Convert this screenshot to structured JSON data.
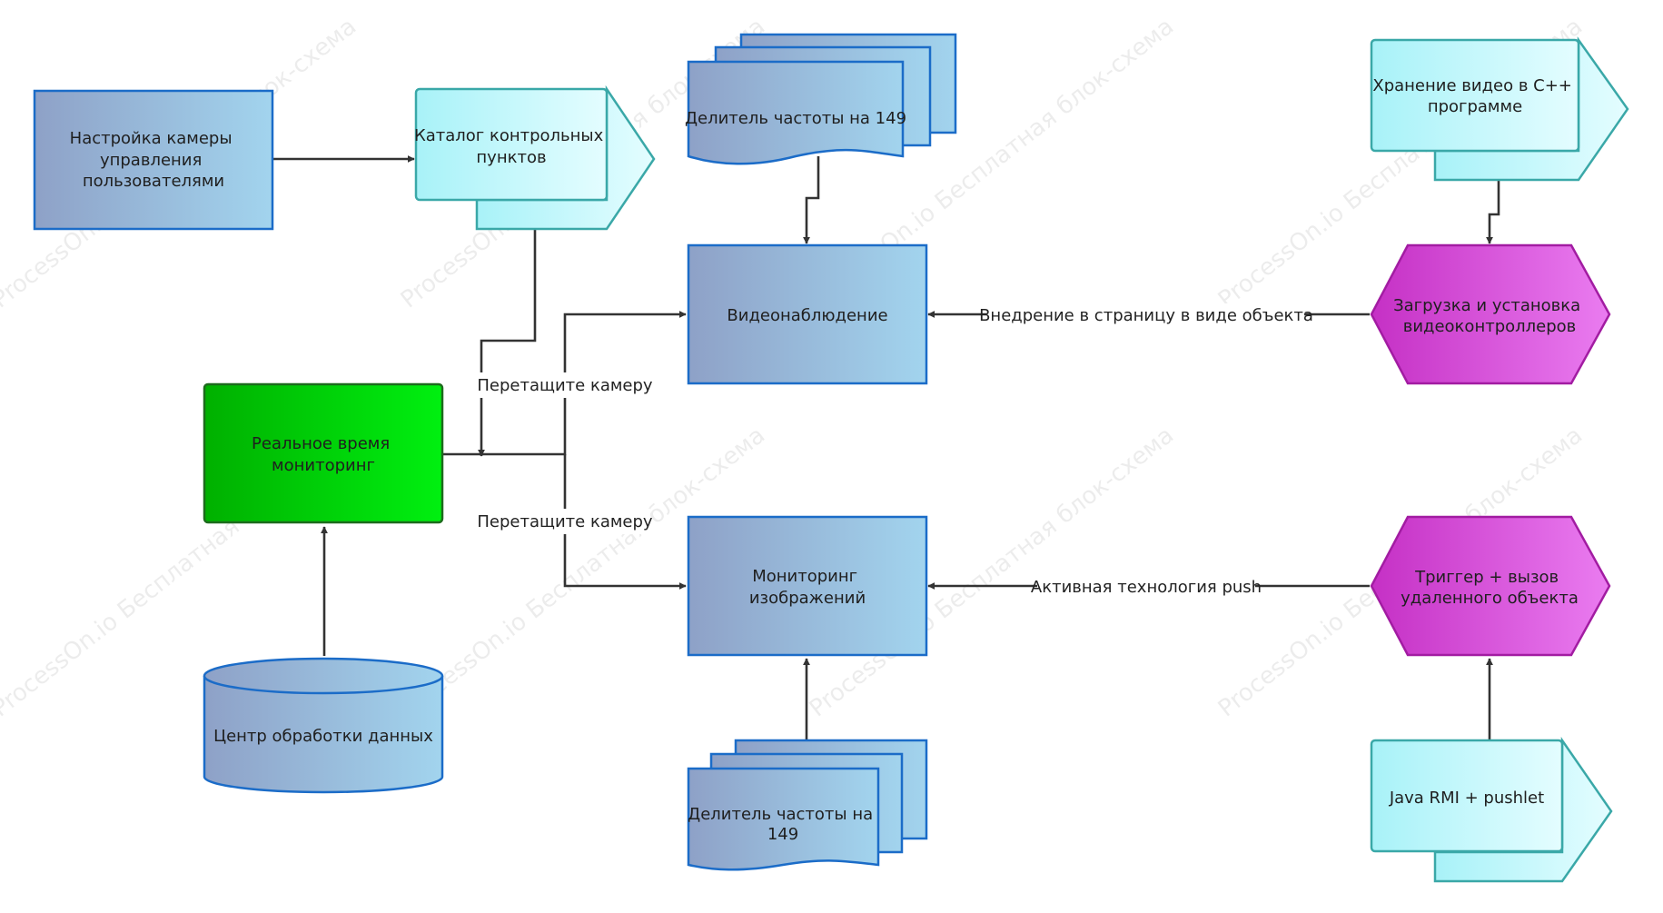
{
  "watermark": "ProcessOn.io Бесплатная блок-схема",
  "colors": {
    "blue_dark": "#8ea1c7",
    "blue_light": "#a2d4ee",
    "blue_stroke": "#1b6cc8",
    "cyan_fill": "#b8f6fb",
    "cyan_stroke": "#3aa8a8",
    "green_dark": "#00b000",
    "green_light": "#00ee10",
    "green_stroke": "#1d6b1d",
    "magenta_dark": "#c530c5",
    "magenta_light": "#e879ee",
    "magenta_stroke": "#a21ca2"
  },
  "nodes": {
    "camera_setup": {
      "lines": [
        "Настройка камеры",
        "управления",
        "пользователями"
      ]
    },
    "checkpoint_catalog": {
      "lines": [
        "Каталог контрольных",
        "пунктов"
      ]
    },
    "freq_divider_top": {
      "lines": [
        "Делитель частоты на 149"
      ]
    },
    "video_surveillance": {
      "lines": [
        "Видеонаблюдение"
      ]
    },
    "video_storage": {
      "lines": [
        "Хранение видео в C++",
        "программе"
      ]
    },
    "load_controllers": {
      "lines": [
        "Загрузка и установка",
        "видеоконтроллеров"
      ]
    },
    "realtime_monitoring": {
      "lines": [
        "Реальное время",
        "мониторинг"
      ]
    },
    "image_monitoring": {
      "lines": [
        "Мониторинг",
        "изображений"
      ]
    },
    "trigger_remote": {
      "lines": [
        "Триггер + вызов",
        "удаленного объекта"
      ]
    },
    "data_center": {
      "lines": [
        "Центр обработки данных"
      ]
    },
    "freq_divider_bottom": {
      "lines": [
        "Делитель частоты на",
        "149"
      ]
    },
    "java_rmi": {
      "lines": [
        "Java RMI + pushlet"
      ]
    }
  },
  "edge_labels": {
    "drag_camera_top": "Перетащите камеру",
    "drag_camera_bottom": "Перетащите камеру",
    "embed_object": "Внедрение в страницу в виде объекта",
    "push_tech": "Активная технология push"
  }
}
